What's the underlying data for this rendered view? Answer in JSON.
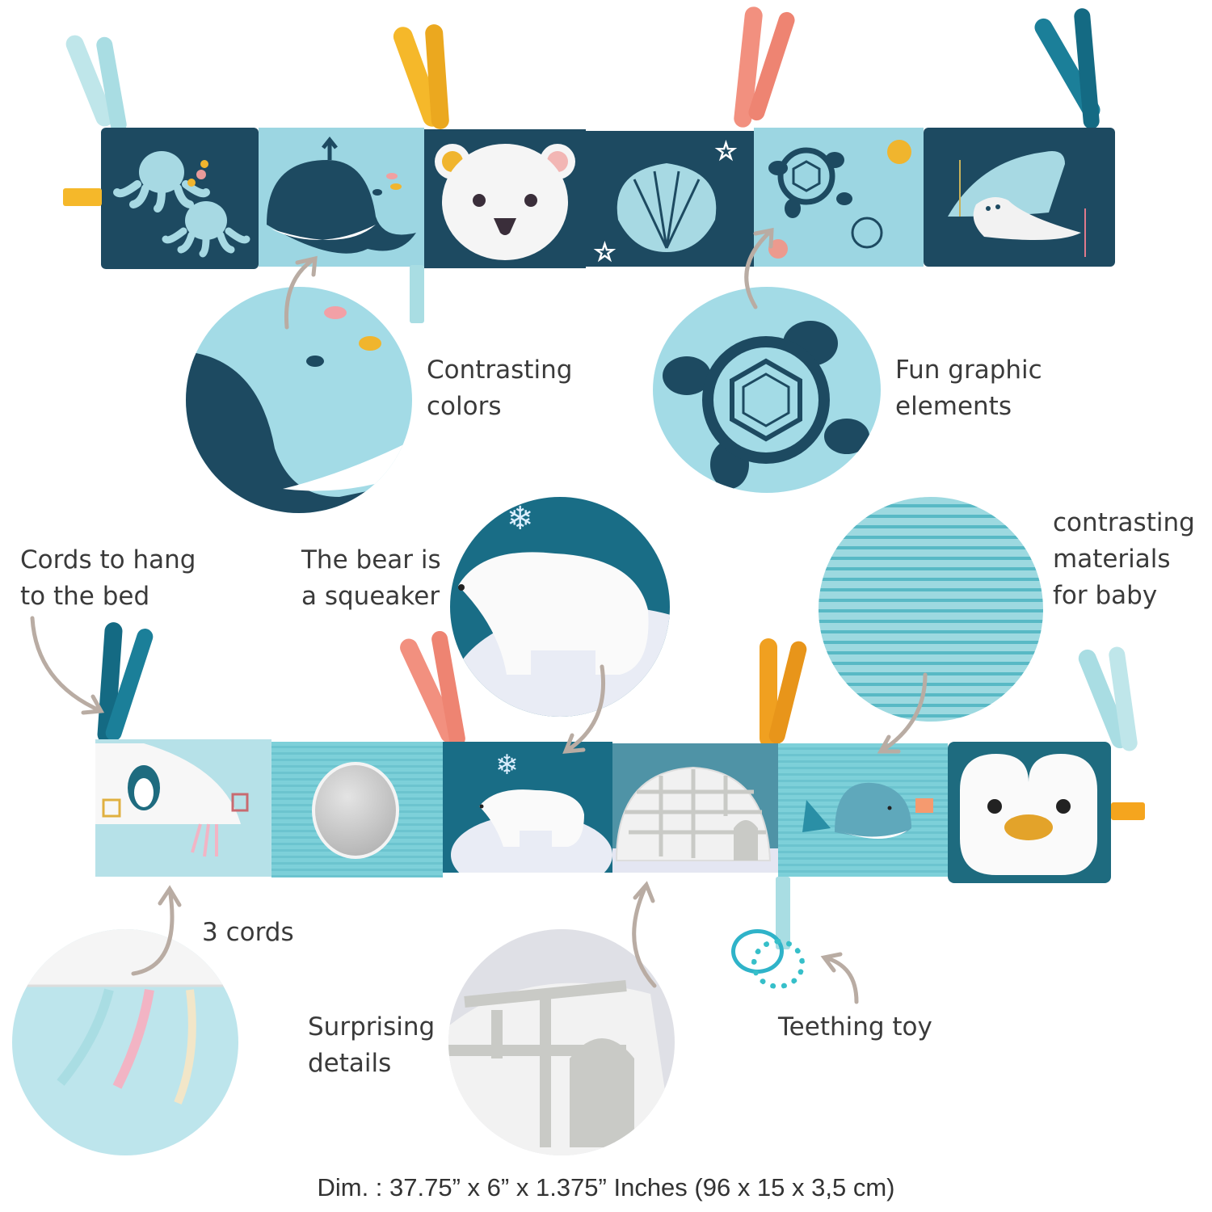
{
  "top_strip": {
    "panels": [
      {
        "motif": "octopus-pair",
        "bg": "#1d4a61"
      },
      {
        "motif": "whale",
        "bg": "#9cd6e2"
      },
      {
        "motif": "polar-bear-face",
        "bg": "#1d4a61"
      },
      {
        "motif": "scallop-shell",
        "bg": "#1d4a61"
      },
      {
        "motif": "turtles",
        "bg": "#9cd6e2"
      },
      {
        "motif": "seals",
        "bg": "#1d4a61"
      }
    ],
    "callouts": [
      {
        "text_line1": "Contrasting",
        "text_line2": "colors"
      },
      {
        "text_line1": "Fun graphic",
        "text_line2": "elements"
      }
    ]
  },
  "bottom_strip": {
    "panels": [
      {
        "motif": "penguin-flap",
        "bg": "#b6e1e8"
      },
      {
        "motif": "mirror",
        "bg": "#7dd0d9"
      },
      {
        "motif": "bear-on-ice",
        "bg": "#196d86"
      },
      {
        "motif": "igloo",
        "bg": "#4f93a6"
      },
      {
        "motif": "whale-appliqué",
        "bg": "#7dd0d9"
      },
      {
        "motif": "penguin-face",
        "bg": "#1e6b7f"
      }
    ],
    "callouts": [
      {
        "text_line1": "Cords to hang",
        "text_line2": "to the bed"
      },
      {
        "text_line1": "The bear is",
        "text_line2": "a squeaker"
      },
      {
        "text_line1": "contrasting",
        "text_line2": "materials",
        "text_line3": "for baby"
      },
      {
        "text_line1": "3 cords"
      },
      {
        "text_line1": "Surprising",
        "text_line2": "details"
      },
      {
        "text_line1": "Teething toy"
      }
    ]
  },
  "dimensions": "Dim. : 37.75” x 6” x 1.375” Inches (96 x 15 x 3,5 cm)",
  "colors": {
    "navy": "#1d4a61",
    "light_aqua": "#9cd6e2",
    "teal": "#196d86",
    "yellow": "#f5b82a",
    "coral": "#f2907f",
    "arrow": "#b9aca3"
  }
}
